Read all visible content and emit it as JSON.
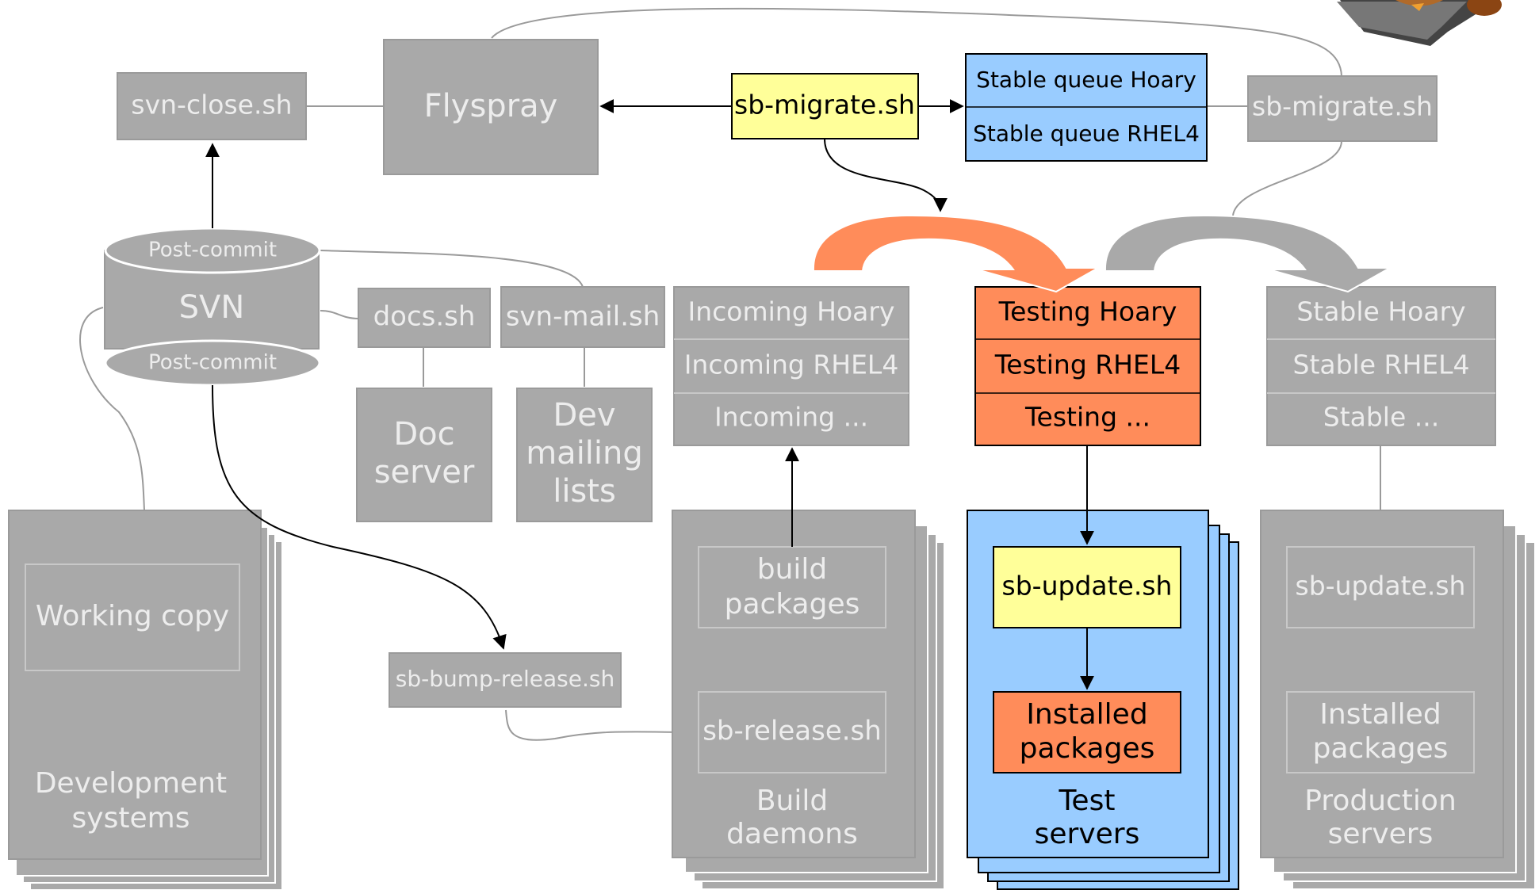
{
  "colors": {
    "gray_fill": "#a9a9a9",
    "gray_line": "#9a9a9a",
    "gray_text": "#ededed",
    "blue_fill": "#99ccff",
    "orange_fill": "#ff8c5a",
    "yellow_fill": "#ffff99",
    "black": "#000000"
  },
  "flyspray": {
    "label": "Flyspray"
  },
  "svn_close": {
    "label": "svn-close.sh"
  },
  "sb_migrate_active": {
    "label": "sb-migrate.sh"
  },
  "stable_queue": {
    "hoary": "Stable queue Hoary",
    "rhel4": "Stable queue RHEL4"
  },
  "sb_migrate_gray": {
    "label": "sb-migrate.sh"
  },
  "svn": {
    "label": "SVN",
    "post_commit_top": "Post-commit",
    "post_commit_bottom": "Post-commit"
  },
  "docs_sh": {
    "label": "docs.sh"
  },
  "svn_mail": {
    "label": "svn-mail.sh"
  },
  "doc_server": {
    "line1": "Doc",
    "line2": "server"
  },
  "dev_lists": {
    "line1": "Dev",
    "line2": "mailing",
    "line3": "lists"
  },
  "incoming": {
    "row1": "Incoming Hoary",
    "row2": "Incoming RHEL4",
    "row3": "Incoming ..."
  },
  "testing": {
    "row1": "Testing Hoary",
    "row2": "Testing RHEL4",
    "row3": "Testing ..."
  },
  "stable": {
    "row1": "Stable Hoary",
    "row2": "Stable RHEL4",
    "row3": "Stable ..."
  },
  "dev_systems": {
    "working_copy": "Working copy",
    "line1": "Development",
    "line2": "systems"
  },
  "sb_bump": {
    "label": "sb-bump-release.sh"
  },
  "build": {
    "packages_line1": "build",
    "packages_line2": "packages",
    "release": "sb-release.sh",
    "line1": "Build",
    "line2": "daemons"
  },
  "test_servers": {
    "update": "sb-update.sh",
    "installed_line1": "Installed",
    "installed_line2": "packages",
    "line1": "Test",
    "line2": "servers"
  },
  "prod_servers": {
    "update": "sb-update.sh",
    "installed_line1": "Installed",
    "installed_line2": "packages",
    "line1": "Production",
    "line2": "servers"
  }
}
